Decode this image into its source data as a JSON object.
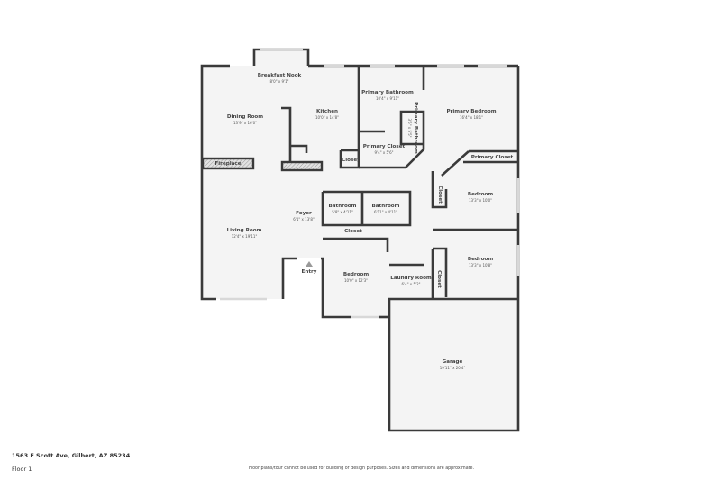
{
  "address": "1563 E Scott Ave, Gilbert, AZ 85234",
  "floor": "Floor 1",
  "disclaimer": "Floor plans/tour cannot be used for building or design purposes. Sizes and dimensions are approximate.",
  "rooms": [
    {
      "name": "Breakfast Nook",
      "dim": "8'0\" x 9'1\""
    },
    {
      "name": "Dining Room",
      "dim": "13'9\" x 16'0\""
    },
    {
      "name": "Kitchen",
      "dim": "10'0\" x 14'8\""
    },
    {
      "name": "Primary Bathroom",
      "dim": "10'4\" x 9'11\""
    },
    {
      "name": "Primary Bedroom",
      "dim": "16'4\" x 18'1\""
    },
    {
      "name": "Primary Closet",
      "dim": "9'4\" x 5'6\""
    },
    {
      "name": "Primary Bathroom",
      "dim": "3'5\" x 5'5\""
    },
    {
      "name": "Closet",
      "dim": ""
    },
    {
      "name": "Fireplace",
      "dim": ""
    },
    {
      "name": "Primary Closet",
      "dim": ""
    },
    {
      "name": "Foyer",
      "dim": "6'1\" x 13'8\""
    },
    {
      "name": "Bathroom",
      "dim": "5'8\" x 4'11\""
    },
    {
      "name": "Bathroom",
      "dim": "6'11\" x 4'11\""
    },
    {
      "name": "Closet",
      "dim": ""
    },
    {
      "name": "Living Room",
      "dim": "12'4\" x 19'11\""
    },
    {
      "name": "Bedroom",
      "dim": "13'3\" x 10'0\""
    },
    {
      "name": "Closet",
      "dim": ""
    },
    {
      "name": "Bedroom",
      "dim": "13'3\" x 10'8\""
    },
    {
      "name": "Closet",
      "dim": ""
    },
    {
      "name": "Bedroom",
      "dim": "10'0\" x 12'3\""
    },
    {
      "name": "Laundry Room",
      "dim": "6'4\" x 5'2\""
    },
    {
      "name": "Entry",
      "dim": ""
    },
    {
      "name": "Garage",
      "dim": "19'11\" x 20'4\""
    }
  ],
  "colors": {
    "wall": "#3a3a3a",
    "floor": "#f4f4f4",
    "window": "#d8d8d8",
    "hatch": "#bdbdbd"
  }
}
